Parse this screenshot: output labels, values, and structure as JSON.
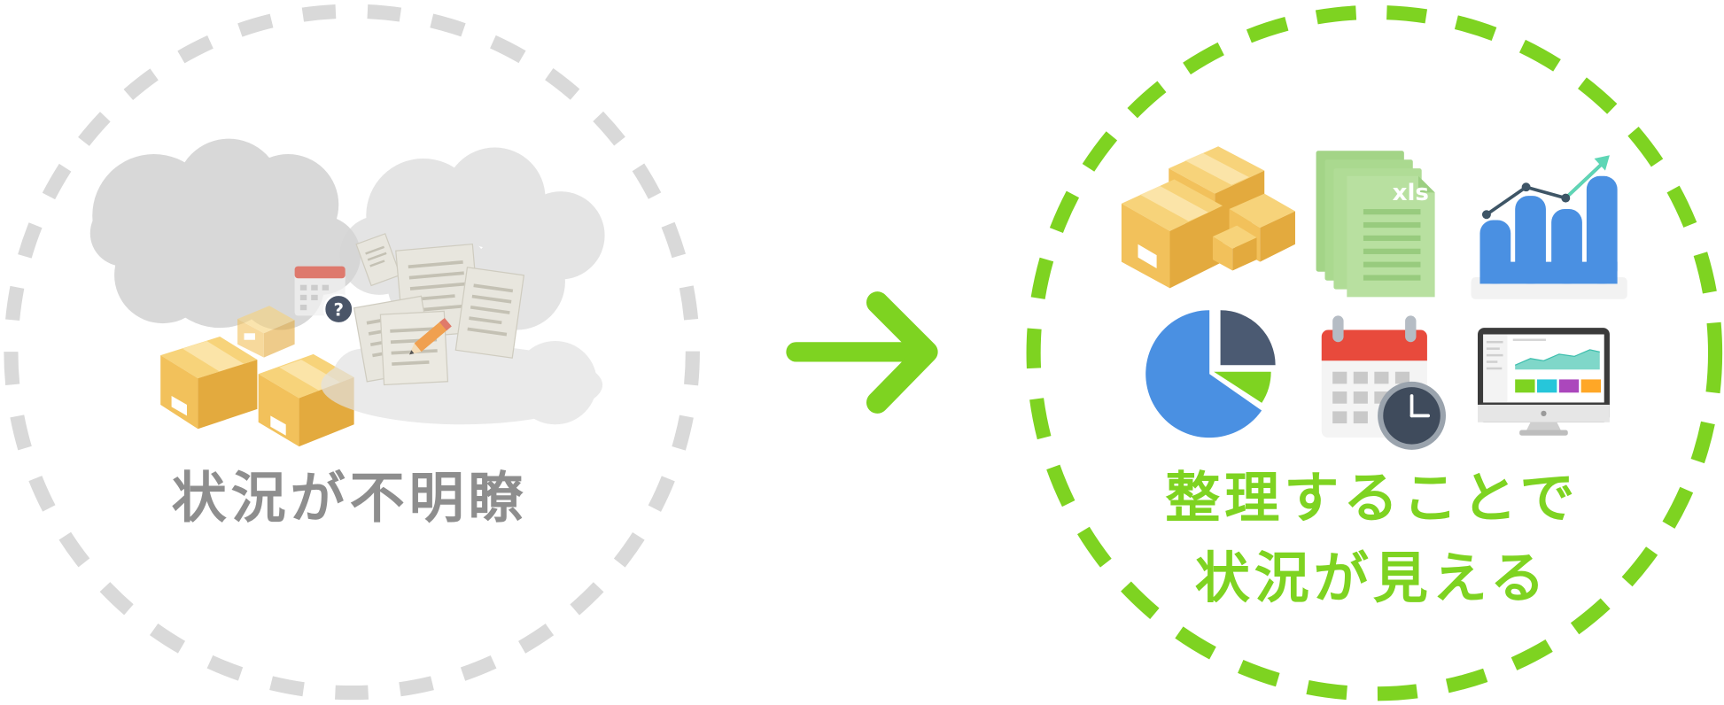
{
  "colors": {
    "gray_dash": "#d9d9d9",
    "green_dash": "#7ed321",
    "gray_text": "#8e8e8e",
    "green_text": "#7ed321",
    "arrow": "#7ed321"
  },
  "left": {
    "caption": "状況が不明瞭",
    "badge": "?",
    "icons": [
      "cloud-icon",
      "box-icon",
      "document-icon",
      "calendar-icon",
      "question-icon",
      "pencil-icon"
    ]
  },
  "arrow": {
    "icon": "arrow-right-icon"
  },
  "right": {
    "caption_line1": "整理することで",
    "caption_line2": "状況が見える",
    "xls_label": "xls",
    "icons": [
      "box-icon",
      "spreadsheet-icon",
      "bar-chart-icon",
      "pie-chart-icon",
      "calendar-clock-icon",
      "monitor-icon"
    ]
  }
}
